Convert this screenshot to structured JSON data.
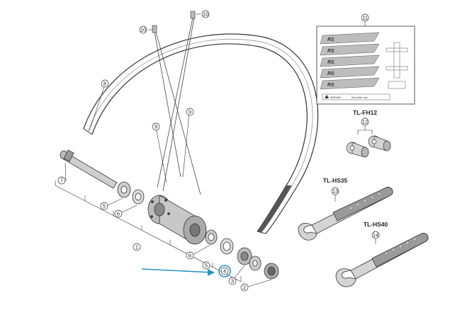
{
  "colors": {
    "line": "#333333",
    "part_fill": "#d9d9d9",
    "part_dark": "#8a8a8a",
    "highlight": "#2b93c9"
  },
  "callouts": {
    "c1": "1",
    "c2": "2",
    "c3": "3",
    "c4": "4",
    "c5": "5",
    "c6": "6",
    "c7": "7",
    "c8": "8",
    "c9": "9",
    "c10": "10",
    "c11": "11",
    "c12": "12",
    "c13": "13",
    "c14": "14"
  },
  "tools": {
    "fh12": "TL-FH12",
    "hs35": "TL-HS35",
    "hs40": "TL-HS40"
  },
  "decal_sheet": {
    "logo_text": "RS",
    "warning_text": "WARNING",
    "disc_text": "Disc brake only!"
  },
  "highlighted_part": "4"
}
